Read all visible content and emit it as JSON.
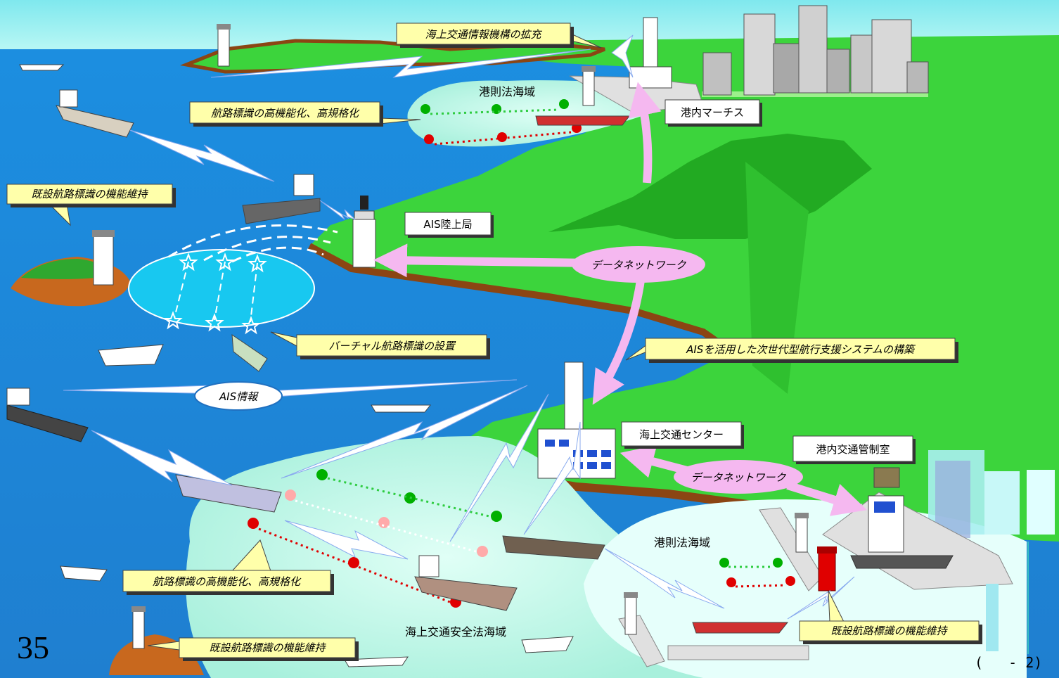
{
  "callouts": {
    "maritime_info_org": "海上交通情報機構の拡充",
    "aids_upgrade_top": "航路標識の高機能化、高規格化",
    "existing_aids_left": "既設航路標識の機能維持",
    "virtual_aids": "バーチャル航路標識の設置",
    "ais_next_gen": "AISを活用した次世代型航行支援システムの構築",
    "aids_upgrade_bottom": "航路標識の高機能化、高規格化",
    "existing_aids_bottom": "既設航路標識の機能維持",
    "existing_aids_right": "既設航路標識の機能維持"
  },
  "facilities": {
    "port_martis": "港内マーチス",
    "ais_land_station": "AIS陸上局",
    "maritime_traffic_center": "海上交通センター",
    "port_traffic_control": "港内交通管制室"
  },
  "areas": {
    "port_law_top": "港則法海域",
    "port_law_bottom": "港則法海域",
    "maritime_safety_law": "海上交通安全法海域"
  },
  "network": {
    "data_network_1": "データネットワーク",
    "data_network_2": "データネットワーク",
    "ais_info": "AIS情報"
  },
  "footer": {
    "page_number": "35",
    "page_code": "(   - 2)"
  },
  "colors": {
    "sky": "#9ff0ee",
    "sea": "#1e90e0",
    "land": "#3cd43c",
    "coast": "#8b4513",
    "pink_arrow": "#f5b8f0",
    "callout_fill": "#ffffaa",
    "buoy_green": "#00b000",
    "buoy_red": "#e00000"
  }
}
